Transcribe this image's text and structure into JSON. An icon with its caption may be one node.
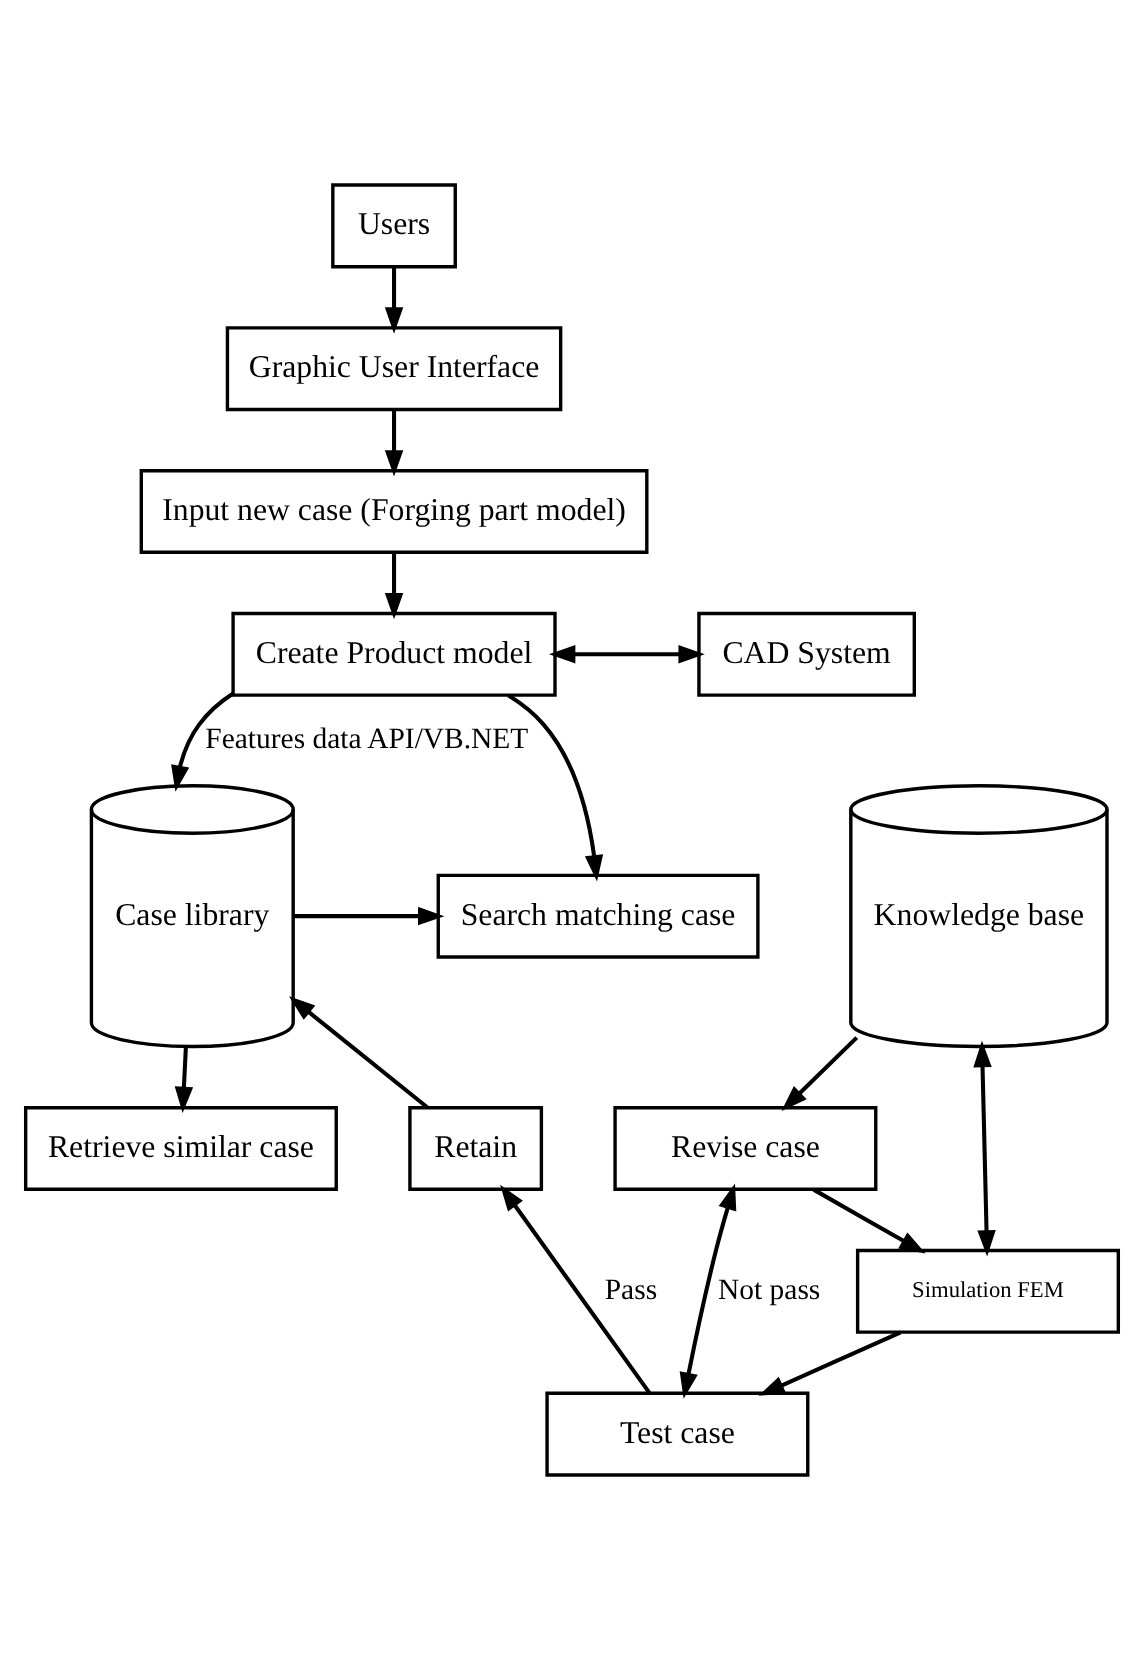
{
  "diagram": {
    "nodes": [
      {
        "text": [
          "Users"
        ]
      },
      {
        "text": [
          "Graphic User Interface"
        ]
      },
      {
        "text": [
          "Input new case (Forging part model)"
        ]
      },
      {
        "text": [
          "Create Product model"
        ]
      },
      {
        "text": [
          "CAD System"
        ]
      },
      {
        "text": [
          "Case library"
        ]
      },
      {
        "text": [
          "Search matching case"
        ]
      },
      {
        "text": [
          "Retrieve similar case"
        ]
      },
      {
        "text": [
          "Knowledge base"
        ]
      },
      {
        "text": [
          "Retain"
        ]
      },
      {
        "text": [
          "Revise case"
        ]
      },
      {
        "text": [
          "Simulation FEM"
        ]
      },
      {
        "text": [
          "Test case"
        ]
      }
    ],
    "edges": [
      {
        "from": 0,
        "to": 1,
        "arrow": "to"
      },
      {
        "from": 1,
        "to": 2,
        "arrow": "to"
      },
      {
        "from": 2,
        "to": 3,
        "arrow": "to"
      },
      {
        "from": 3,
        "to": 4,
        "arrow": "both"
      },
      {
        "from": 3,
        "to": 5,
        "arrow": "to",
        "label": "Features data API/VB.NET"
      },
      {
        "from": 3,
        "to": 6,
        "arrow": "to"
      },
      {
        "from": 5,
        "to": 6,
        "arrow": "to"
      },
      {
        "from": 5,
        "to": 7,
        "arrow": "to"
      },
      {
        "from": 8,
        "to": 10,
        "arrow": "to"
      },
      {
        "from": 10,
        "to": 11,
        "arrow": "to"
      },
      {
        "from": 8,
        "to": 11,
        "arrow": "both"
      },
      {
        "from": 11,
        "to": 12,
        "arrow": "to"
      },
      {
        "from": 10,
        "to": 12,
        "arrow": "both",
        "label": "Not pass"
      },
      {
        "from": 12,
        "to": 9,
        "arrow": "to",
        "label": "Pass"
      },
      {
        "from": 9,
        "to": 5,
        "arrow": "to"
      }
    ]
  }
}
